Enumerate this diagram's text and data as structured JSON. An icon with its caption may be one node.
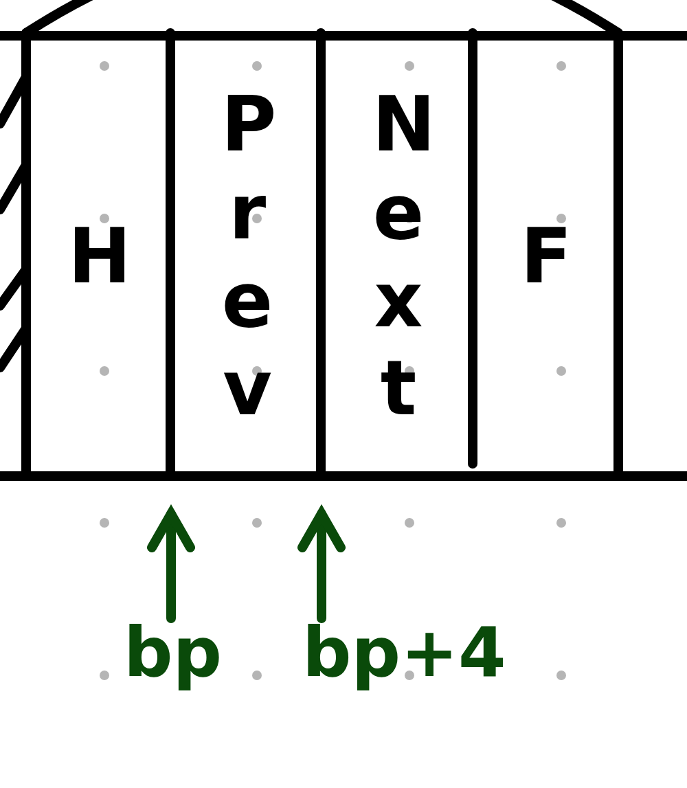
{
  "diagram": {
    "nodes": [
      {
        "text": [
          "H"
        ]
      },
      {
        "text": [
          "Prev"
        ]
      },
      {
        "text": [
          "Next"
        ]
      },
      {
        "text": [
          "F"
        ]
      },
      {
        "text": [
          "bp"
        ]
      },
      {
        "text": [
          "bp+4"
        ]
      }
    ],
    "edges": [
      {
        "from": 4,
        "to": null,
        "arrow": "to"
      },
      {
        "from": 5,
        "to": null,
        "arrow": "to"
      }
    ]
  }
}
